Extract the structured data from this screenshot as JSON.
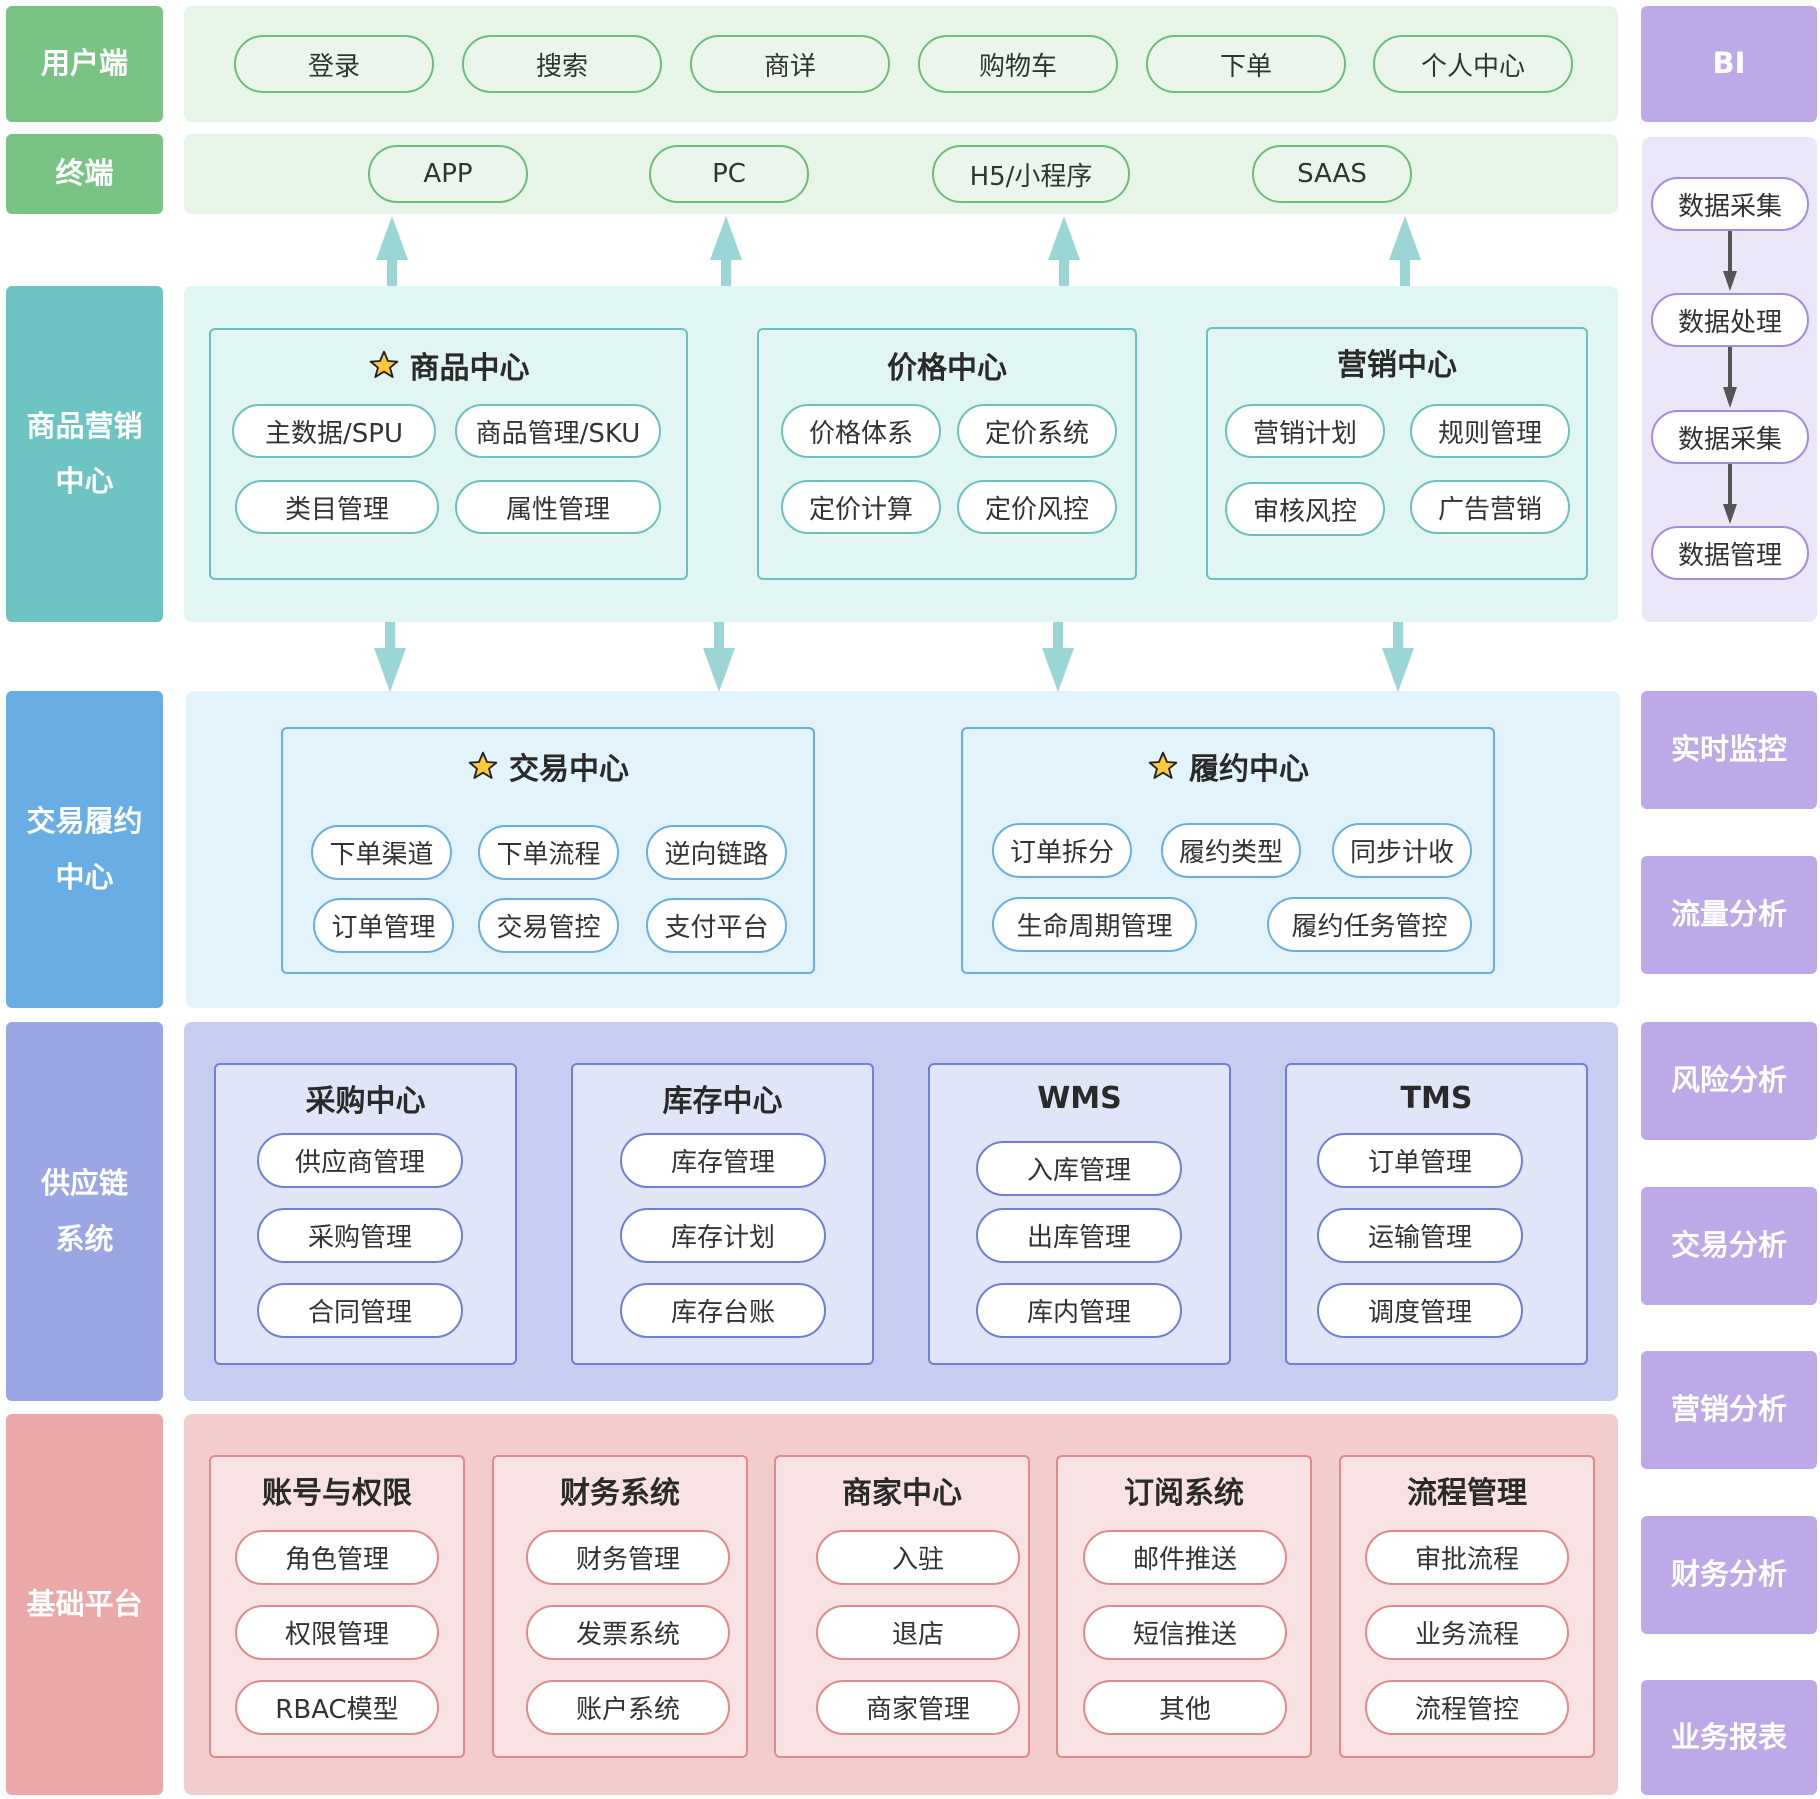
{
  "left_labels": {
    "user": "用户端",
    "terminal": "终端",
    "product_marketing": "商品营销\n中心",
    "trade_fulfillment": "交易履约\n中心",
    "supply_chain": "供应链\n系统",
    "base_platform": "基础平台"
  },
  "user_row": [
    "登录",
    "搜索",
    "商详",
    "购物车",
    "下单",
    "个人中心"
  ],
  "terminal_row": [
    "APP",
    "PC",
    "H5/小程序",
    "SAAS"
  ],
  "product_marketing": {
    "boxes": [
      {
        "title": "商品中心",
        "starred": true,
        "items": [
          "主数据/SPU",
          "商品管理/SKU",
          "类目管理",
          "属性管理"
        ]
      },
      {
        "title": "价格中心",
        "starred": false,
        "items": [
          "价格体系",
          "定价系统",
          "定价计算",
          "定价风控"
        ]
      },
      {
        "title": "营销中心",
        "starred": false,
        "items": [
          "营销计划",
          "规则管理",
          "审核风控",
          "广告营销"
        ]
      }
    ]
  },
  "trade_fulfillment": {
    "boxes": [
      {
        "title": "交易中心",
        "starred": true,
        "items": [
          "下单渠道",
          "下单流程",
          "逆向链路",
          "订单管理",
          "交易管控",
          "支付平台"
        ]
      },
      {
        "title": "履约中心",
        "starred": true,
        "items": [
          "订单拆分",
          "履约类型",
          "同步计收",
          "生命周期管理",
          "履约任务管控"
        ]
      }
    ]
  },
  "supply_chain": {
    "boxes": [
      {
        "title": "采购中心",
        "items": [
          "供应商管理",
          "采购管理",
          "合同管理"
        ]
      },
      {
        "title": "库存中心",
        "items": [
          "库存管理",
          "库存计划",
          "库存台账"
        ]
      },
      {
        "title": "WMS",
        "items": [
          "入库管理",
          "出库管理",
          "库内管理"
        ]
      },
      {
        "title": "TMS",
        "items": [
          "订单管理",
          "运输管理",
          "调度管理"
        ]
      }
    ]
  },
  "base_platform": {
    "boxes": [
      {
        "title": "账号与权限",
        "items": [
          "角色管理",
          "权限管理",
          "RBAC模型"
        ]
      },
      {
        "title": "财务系统",
        "items": [
          "财务管理",
          "发票系统",
          "账户系统"
        ]
      },
      {
        "title": "商家中心",
        "items": [
          "入驻",
          "退店",
          "商家管理"
        ]
      },
      {
        "title": "订阅系统",
        "items": [
          "邮件推送",
          "短信推送",
          "其他"
        ]
      },
      {
        "title": "流程管理",
        "items": [
          "审批流程",
          "业务流程",
          "流程管控"
        ]
      }
    ]
  },
  "bi": {
    "title": "BI",
    "flow": [
      "数据采集",
      "数据处理",
      "数据采集",
      "数据管理"
    ],
    "modules": [
      "实时监控",
      "流量分析",
      "风险分析",
      "交易分析",
      "营销分析",
      "财务分析",
      "业务报表"
    ]
  },
  "colors": {
    "user_green": "#79c485",
    "product_teal": "#6ec4c2",
    "trade_blue": "#68aee4",
    "supply_indigo": "#9ba6e4",
    "base_pink": "#eaa8a8",
    "bi_purple": "#bda9e8",
    "arrow": "#9bd6d6",
    "star": "#ffc83d"
  }
}
